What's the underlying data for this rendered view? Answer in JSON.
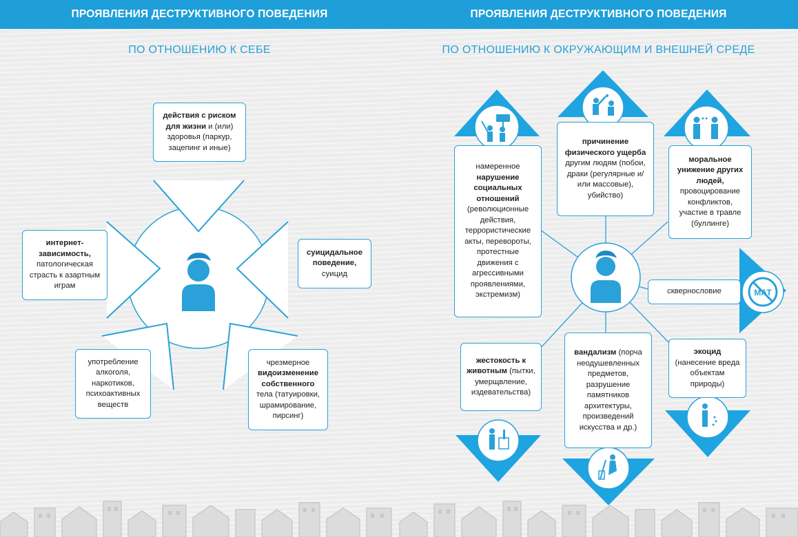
{
  "left": {
    "header": "ПРОЯВЛЕНИЯ ДЕСТРУКТИВНОГО ПОВЕДЕНИЯ",
    "subheader": "ПО ОТНОШЕНИЮ К СЕБЕ",
    "boxes": {
      "risk": {
        "bold": "действия с риском для жизни",
        "normal": " и (или) здоровья (паркур, зацепинг и иные)"
      },
      "internet": {
        "bold": "интернет-зависимость,",
        "normal": " патологическая страсть к азартным играм"
      },
      "suicide": {
        "bold": "суицидальное поведение,",
        "normal": " суицид"
      },
      "substances": {
        "bold": "",
        "normal": "употребление алкоголя, наркотиков, психоактивных веществ"
      },
      "body": {
        "pre": "чрезмерное ",
        "bold": "видоизменение собственного",
        "normal": " тела (татуировки, шрамирование, пирсинг)"
      }
    }
  },
  "right": {
    "header": "ПРОЯВЛЕНИЯ ДЕСТРУКТИВНОГО ПОВЕДЕНИЯ",
    "subheader": "ПО ОТНОШЕНИЮ К ОКРУЖАЮЩИМ И ВНЕШНЕЙ СРЕДЕ",
    "boxes": {
      "social": {
        "pre": "намеренное ",
        "bold": "нарушение социальных отношений",
        "normal": " (революционные действия, террористические акты, перевороты, протестные движения с агрессивными проявлениями, экстремизм)"
      },
      "harm": {
        "bold": "причинение физического ущерба",
        "normal": " другим людям (побои, драки (регулярные и/или массовые), убийство)"
      },
      "moral": {
        "bold": "моральное унижение других людей,",
        "normal": " провоцирование конфликтов, участие в травле (буллинге)"
      },
      "swearing": {
        "bold": "",
        "normal": "сквернословие"
      },
      "cruelty": {
        "bold": "жестокость к животным",
        "normal": " (пытки, умерщвление, издевательства)"
      },
      "vandalism": {
        "bold": "вандализм",
        "normal": " (порча неодушевленных предметов, разрушение памятников архитектуры, произведений искусства и др.)"
      },
      "ecocide": {
        "bold": "экоцид",
        "normal": " (нанесение вреда объектам природы)"
      }
    },
    "mat_sign": "МАТ"
  },
  "icons": [
    "person-icon",
    "protest-icon",
    "fight-icon",
    "bullying-icon",
    "no-swearing-icon",
    "animal-cruelty-icon",
    "vandalism-icon",
    "littering-icon",
    "city-skyline"
  ]
}
